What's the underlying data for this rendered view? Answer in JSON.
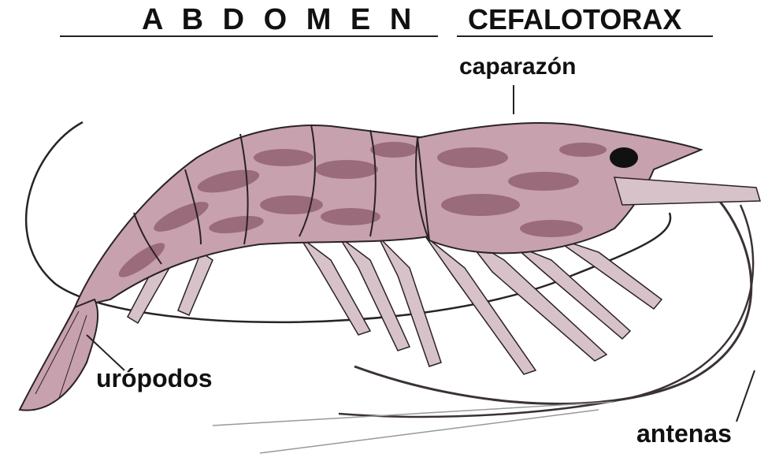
{
  "headings": {
    "abdomen": "A B D O M E N",
    "cefalotorax": "CEFALOTORAX"
  },
  "labels": {
    "caparazon": "caparazón",
    "uropodos": "urópodos",
    "antenas": "antenas"
  },
  "colors": {
    "body_fill": "#c7a1ad",
    "body_stripe": "#8b5a6b",
    "leg_fill": "#d8c2c9",
    "outline": "#2a2326",
    "text": "#111111"
  }
}
